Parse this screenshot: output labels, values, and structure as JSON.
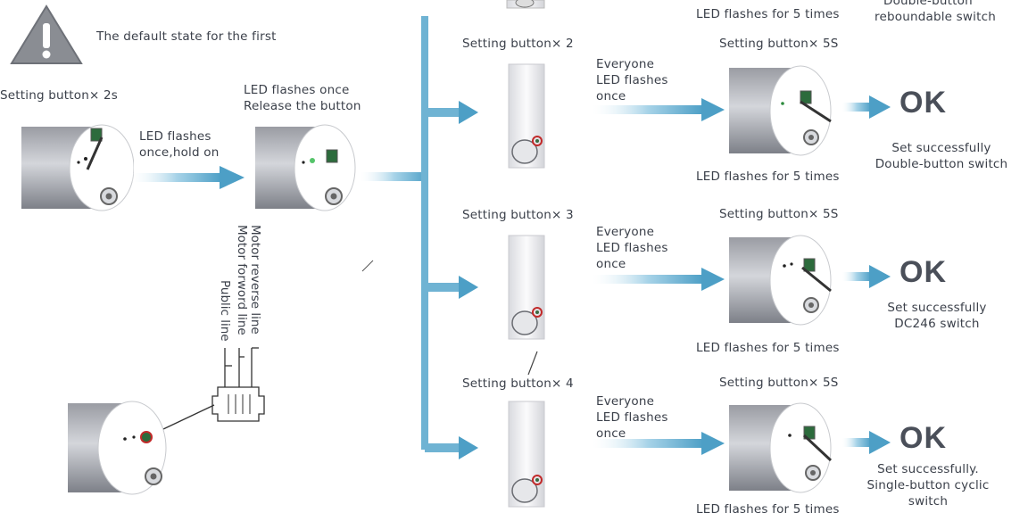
{
  "colors": {
    "arrow": "#5aa8cc",
    "trunk": "#6fb3d3",
    "text": "#3b404a"
  },
  "notice": {
    "icon": "warning-triangle-icon",
    "text": "The default state for the first"
  },
  "step1": {
    "label": "Setting button× 2s",
    "arrow_text_1": "LED flashes",
    "arrow_text_2": "once,hold on"
  },
  "step2": {
    "label_1": "LED flashes once",
    "label_2": "Release the button"
  },
  "wiring": {
    "line_1": "Motor reverse line",
    "line_2": "Motor forword line",
    "line_3": "Public line"
  },
  "top_partial": {
    "led_text": "LED flashes for 5 times",
    "result_1": "Double-button",
    "result_2": "reboundable switch"
  },
  "branches": [
    {
      "setting": "Setting button× 2",
      "arrow_1": "Everyone",
      "arrow_2": "LED flashes",
      "arrow_3": "once",
      "setting2": "Setting button× 5S",
      "led": "LED flashes for 5 times",
      "ok": "OK",
      "result_1": "Set successfully",
      "result_2": "Double-button switch",
      "result_3": ""
    },
    {
      "setting": "Setting button× 3",
      "arrow_1": "Everyone",
      "arrow_2": "LED flashes",
      "arrow_3": "once",
      "setting2": "Setting button× 5S",
      "led": "LED flashes for 5 times",
      "ok": "OK",
      "result_1": "Set successfully",
      "result_2": "DC246 switch",
      "result_3": ""
    },
    {
      "setting": "Setting button× 4",
      "arrow_1": "Everyone",
      "arrow_2": "LED flashes",
      "arrow_3": "once",
      "setting2": "Setting button× 5S",
      "led": "LED flashes for 5 times",
      "ok": "OK",
      "result_1": "Set successfully.",
      "result_2": "Single-button cyclic",
      "result_3": "switch"
    }
  ]
}
